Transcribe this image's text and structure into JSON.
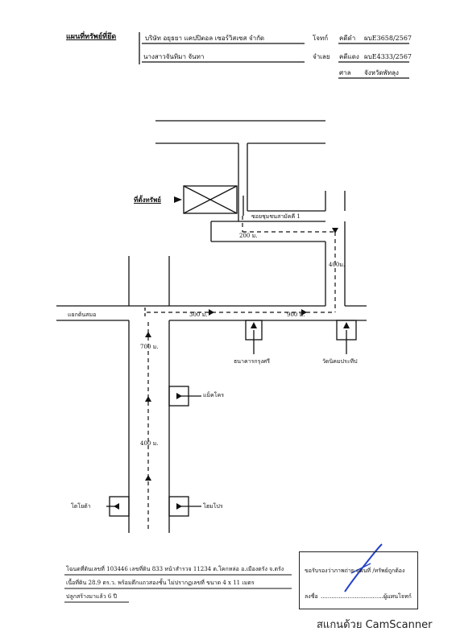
{
  "header": {
    "title": "แผนที่ทรัพย์ที่ยึด",
    "plaintiff": "บริษัท อยุธยา แคปปิตอล เซอร์วิสเซส จำกัด",
    "plaintiff_role": "โจทก์",
    "black_case_label": "คดีดำ",
    "black_case_no": "ผบE3658/2567",
    "defendant": "นางสาวจันทิมา จันทา",
    "defendant_role": "จำเลย",
    "red_case_label": "คดีแดง",
    "red_case_no": "ผบE4333/2567",
    "court_label": "ศาล",
    "court": "จังหวัดพัทลุง"
  },
  "map": {
    "property_label": "ที่ตั้งทรัพย์",
    "soi_label": "ซอยชุมชนสามัคคี 1",
    "d_200": "200 ม.",
    "d_400_right": "400ม.",
    "d_300": "300 ม.",
    "d_900": "900 ม.",
    "d_700": "700 ม.",
    "d_400_left": "400 ม.",
    "junction_label": "แยกต้นสมอ",
    "bank_label": "ธนาคารกรุงศรี",
    "temple_label": "วัดนิคมประทีป",
    "makro_label": "แม็คโคร",
    "toyota_label": "โตโยต้า",
    "homepro_label": "โฮมโปร"
  },
  "footer": {
    "line1": "โฉนดที่ดินเลขที่ 103446 เลขที่ดิน 833 หน้าสำรวจ 11234 ต.โคกหล่อ อ.เมืองตรัง จ.ตรัง",
    "line2": "เนื้อที่ดิน 28.9 ตร.ว. พร้อมตึกแถวสองชั้น ไม่ปรากฏเลขที่ ขนาด 4 x 11 เมตร",
    "line3": "ปลูกสร้างมาแล้ว 6 ปี",
    "certify_text": "ขอรับรองว่าภาพถ่าย แผนที่ /ทรัพย์ถูกต้อง",
    "sign_label": "ลงชื่อ",
    "sign_dots": "........................................",
    "sign_role": "ผู้แทนโจทก์",
    "watermark": "สแกนด้วย CamScanner"
  },
  "colors": {
    "ink": "#111111",
    "signature": "#2340c8"
  }
}
